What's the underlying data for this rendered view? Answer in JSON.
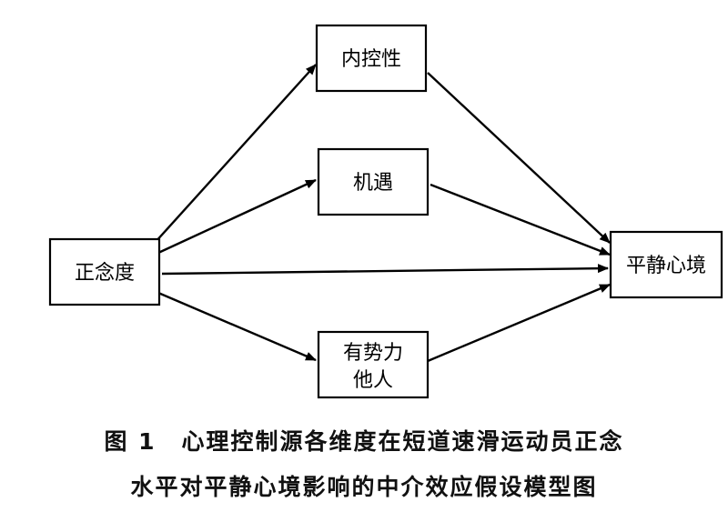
{
  "diagram": {
    "nodes": [
      {
        "id": "positive-thinking",
        "label": "正念度"
      },
      {
        "id": "internal-control",
        "label": "内控性"
      },
      {
        "id": "chance",
        "label": "机遇"
      },
      {
        "id": "powerful-others",
        "label": "有势力\n他人"
      },
      {
        "id": "peace-of-mind",
        "label": "平静心境"
      }
    ],
    "edges": [
      {
        "from": "positive-thinking",
        "to": "internal-control"
      },
      {
        "from": "positive-thinking",
        "to": "chance"
      },
      {
        "from": "positive-thinking",
        "to": "peace-of-mind"
      },
      {
        "from": "positive-thinking",
        "to": "powerful-others"
      },
      {
        "from": "internal-control",
        "to": "peace-of-mind"
      },
      {
        "from": "chance",
        "to": "peace-of-mind"
      },
      {
        "from": "powerful-others",
        "to": "peace-of-mind"
      }
    ]
  },
  "caption": {
    "figure_number": "图 1",
    "line1": "心理控制源各维度在短道速滑运动员正念",
    "line2": "水平对平静心境影响的中介效应假设模型图"
  }
}
